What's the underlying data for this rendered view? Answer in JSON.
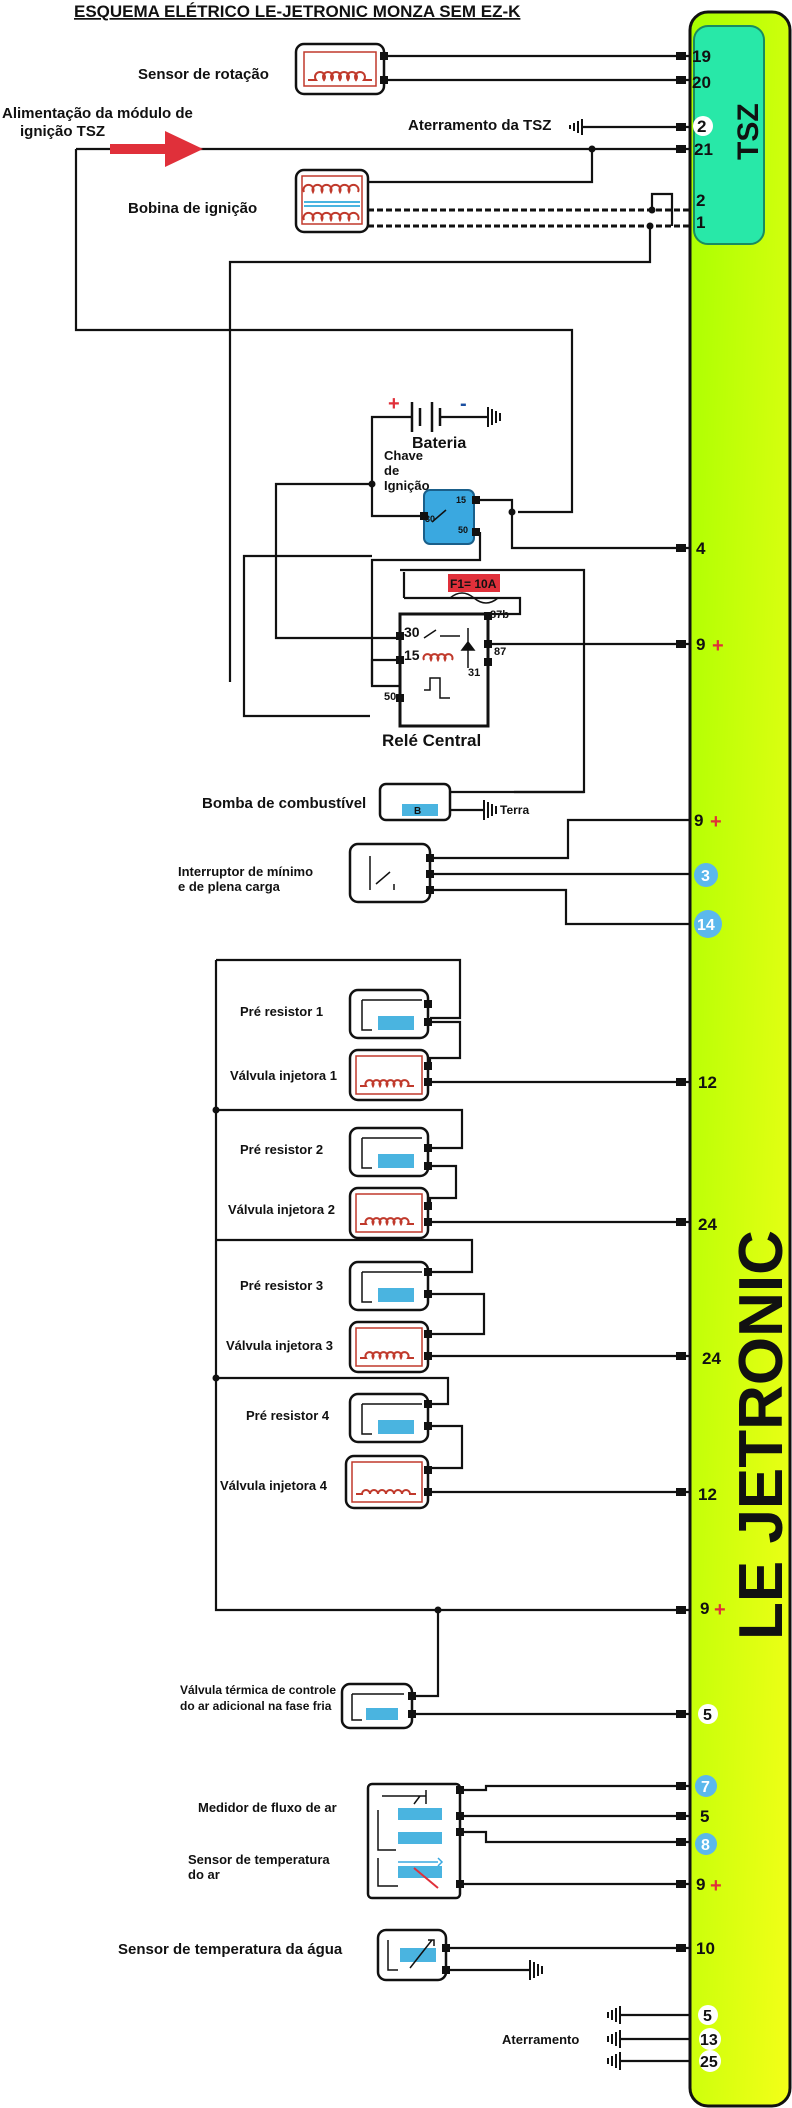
{
  "title": "ESQUEMA ELÉTRICO LE-JETRONIC MONZA SEM EZ-K",
  "modules": {
    "tsz": "TSZ",
    "le_jetronic": "LE JETRONIC"
  },
  "labels": {
    "sensor_rotacao": "Sensor de rotação",
    "alimentacao_1": "Alimentação da módulo de",
    "alimentacao_2": "ignição TSZ",
    "aterramento_tsz": "Aterramento da TSZ",
    "bobina": "Bobina de ignição",
    "bateria": "Bateria",
    "chave_1": "Chave",
    "chave_2": "de",
    "chave_3": "Ignição",
    "fusivel": "F1= 10A",
    "rele_central": "Relé Central",
    "bomba": "Bomba de combustível",
    "terra": "Terra",
    "interruptor_1": "Interruptor de mínimo",
    "interruptor_2": "e de plena carga",
    "pre_resistor_1": "Pré resistor 1",
    "valvula_injetora_1": "Válvula injetora 1",
    "pre_resistor_2": "Pré resistor 2",
    "valvula_injetora_2": "Válvula injetora 2",
    "pre_resistor_3": "Pré resistor 3",
    "valvula_injetora_3": "Válvula injetora 3",
    "pre_resistor_4": "Pré resistor 4",
    "valvula_injetora_4": "Válvula injetora 4",
    "valvula_termica_1": "Válvula térmica de controle",
    "valvula_termica_2": "do ar adicional na fase fria",
    "medidor_fluxo": "Medidor de fluxo de ar",
    "sensor_temp_ar_1": "Sensor de temperatura",
    "sensor_temp_ar_2": "do ar",
    "sensor_temp_agua": "Sensor de temperatura da água",
    "aterramento": "Aterramento"
  },
  "symbols": {
    "plus": "+",
    "minus": "-",
    "pump_mark": "B"
  },
  "relay_pins": {
    "p30": "30",
    "p15": "15",
    "p50": "50",
    "p87b": "87b",
    "p87": "87",
    "p31": "31"
  },
  "switch_pins": {
    "p15": "15",
    "p30": "30",
    "p50": "50"
  },
  "pins": {
    "p19": "19",
    "p20": "20",
    "p2a": "2",
    "p21": "21",
    "p2b": "2",
    "p1": "1",
    "p4": "4",
    "p9a": "9",
    "p9b": "9",
    "p3": "3",
    "p14": "14",
    "p12a": "12",
    "p24a": "24",
    "p24b": "24",
    "p12b": "12",
    "p9c": "9",
    "p5a": "5",
    "p7": "7",
    "p5b": "5",
    "p8": "8",
    "p9d": "9",
    "p10": "10",
    "p5c": "5",
    "p13": "13",
    "p25": "25"
  },
  "colors": {
    "module_gradient_top": "#b8ff00",
    "module_gradient_bottom": "#f0ff10",
    "tsz_fill": "#28e8a8",
    "relay_switch_fill": "#3aa8e0",
    "resistor_fill": "#4ab4e0",
    "coil_color": "#c0392b",
    "fuse_fill": "#e0303a",
    "arrow_red": "#e0303a",
    "pin_badge": "#5bb8ec",
    "plus_red": "#e0303a"
  }
}
